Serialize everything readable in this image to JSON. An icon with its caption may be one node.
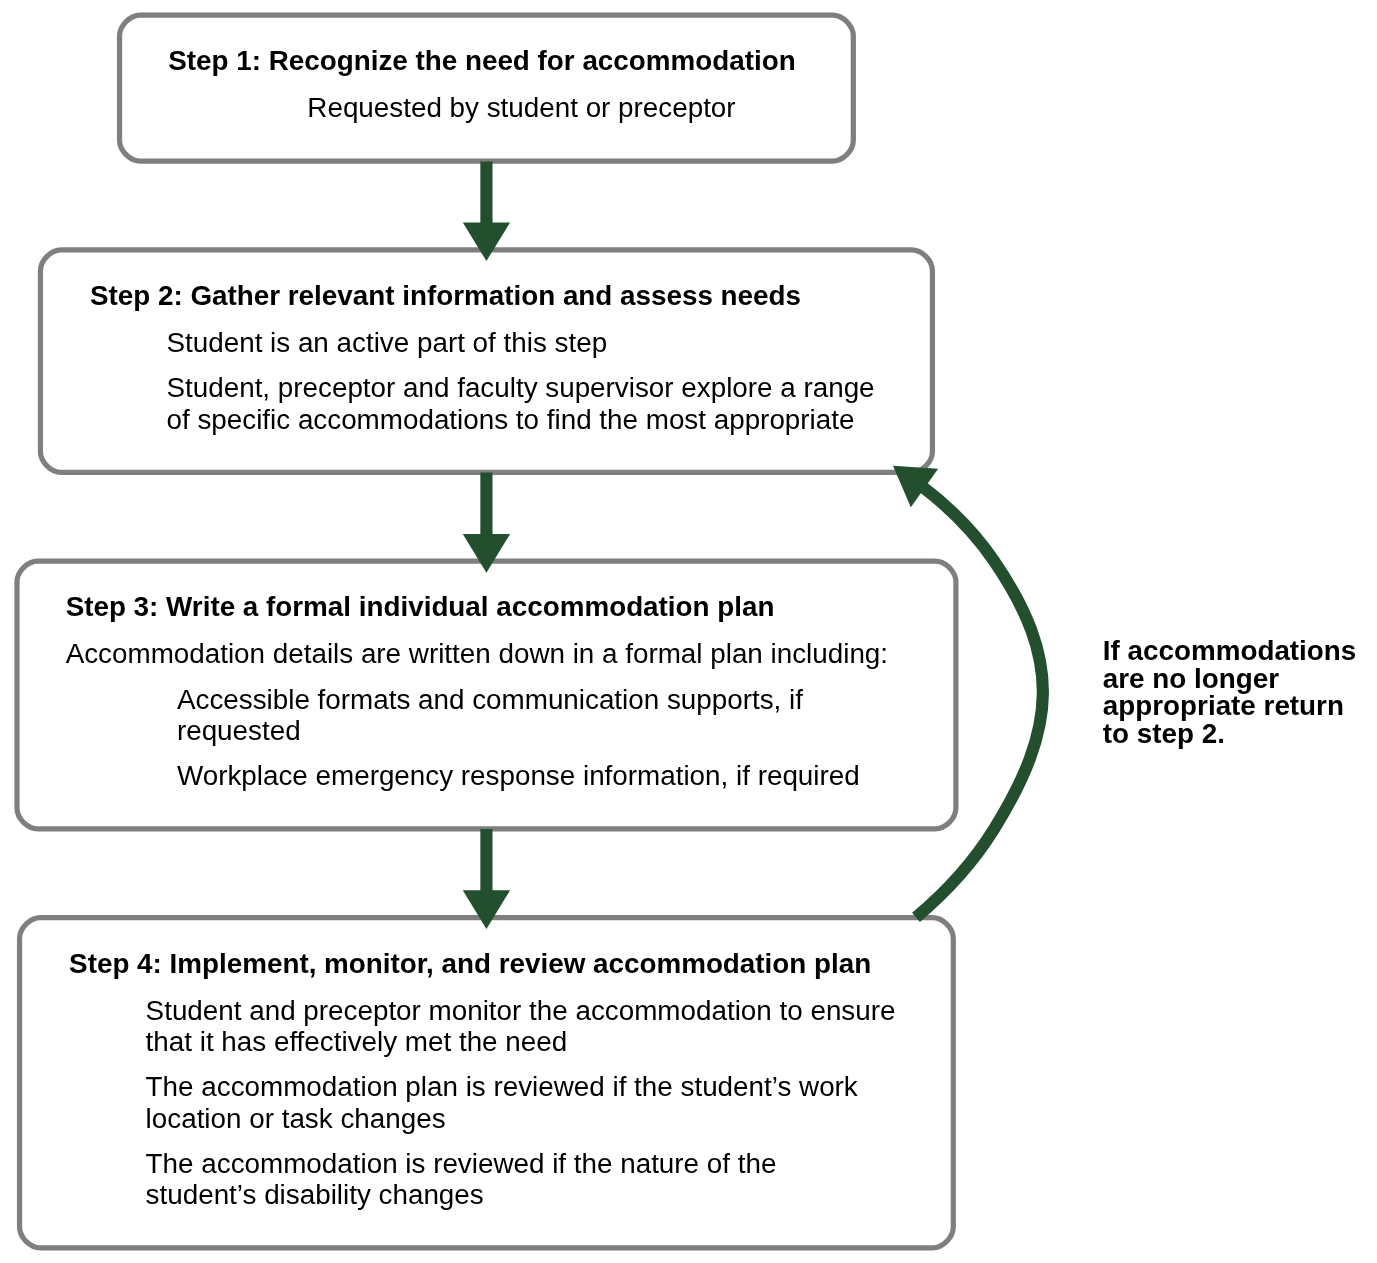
{
  "diagram": {
    "nodes": [
      {
        "text": [
          "Step 1: Recognize the need for accommodation",
          "Requested by student or preceptor"
        ]
      },
      {
        "text": [
          "Step 2: Gather relevant information and assess needs",
          "Student is an active part of this step",
          "Student, preceptor and faculty supervisor explore a range of specific accommodations to find the most appropriate"
        ]
      },
      {
        "text": [
          "Step 3: Write a formal individual accommodation plan",
          "Accommodation details are written down in a formal plan including:",
          "Accessible formats and communication supports, if requested",
          "Workplace emergency response information, if required"
        ]
      },
      {
        "text": [
          "Step 4: Implement, monitor, and review accommodation plan",
          "Student and preceptor monitor the accommodation to ensure that it has effectively met the need",
          "The accommodation plan is reviewed if the student’s work location or task changes",
          "The accommodation is reviewed if the nature of the student’s disability changes"
        ]
      }
    ],
    "edges": [
      {
        "from": 0,
        "to": 1,
        "arrow": "to"
      },
      {
        "from": 1,
        "to": 2,
        "arrow": "to"
      },
      {
        "from": 2,
        "to": 3,
        "arrow": "to"
      },
      {
        "from": 3,
        "to": 1,
        "arrow": "to",
        "label": "If accommodations are no longer appropriate return to step 2."
      }
    ]
  }
}
